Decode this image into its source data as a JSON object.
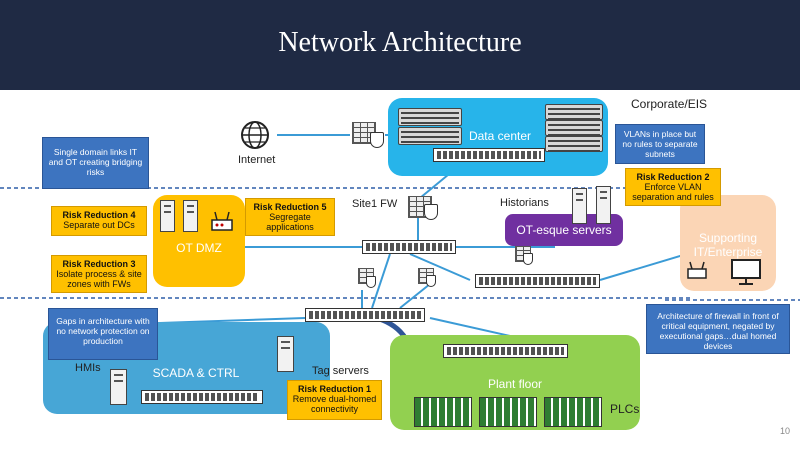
{
  "title": "Network Architecture",
  "zones": {
    "data_center": "Data center",
    "ot_dmz": "OT DMZ",
    "ot_esque": "OT-esque servers",
    "supporting": "Supporting IT/Enterprise",
    "scada": "SCADA & CTRL",
    "plant_floor": "Plant floor"
  },
  "labels": {
    "corporate": "Corporate/EIS",
    "internet": "Internet",
    "site1_fw": "Site1 FW",
    "historians": "Historians",
    "hmis": "HMIs",
    "tag_servers": "Tag servers",
    "plcs": "PLCs"
  },
  "notes": {
    "single_domain": "Single domain links IT and OT creating bridging risks",
    "vlans": "VLANs in place but no rules to separate subnets",
    "gaps": "Gaps in architecture with no network protection on production",
    "firewall_arch": "Architecture of firewall in front of critical equipment, negated by executional gaps…dual homed devices"
  },
  "risks": {
    "r1_title": "Risk Reduction 1",
    "r1_text": "Remove dual-homed connectivity",
    "r2_title": "Risk Reduction 2",
    "r2_text": "Enforce VLAN separation and rules",
    "r3_title": "Risk Reduction 3",
    "r3_text": "Isolate process & site zones with FWs",
    "r4_title": "Risk Reduction 4",
    "r4_text": "Separate out DCs",
    "r5_title": "Risk Reduction 5",
    "r5_text": "Segregate applications"
  },
  "page_number": "10",
  "colors": {
    "header": "#1f2a44",
    "data_center": "#27b4ea",
    "ot_dmz": "#ffc000",
    "ot_esque": "#7030a0",
    "supporting": "#fbd5b5",
    "scada": "#47a6d6",
    "plant_floor": "#92d050",
    "note": "#3d74c0",
    "risk": "#ffc000",
    "wire": "#3b9bd6",
    "boundary": "#2e5fa8"
  }
}
